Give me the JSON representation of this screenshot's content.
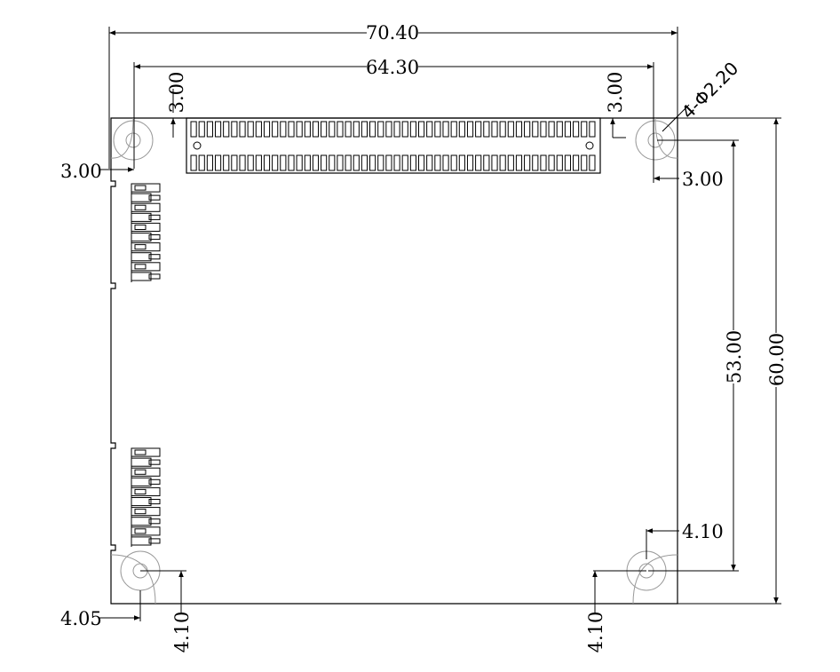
{
  "dimensions": {
    "overall_width": "70.40",
    "header_span": "64.30",
    "header_edge_left": "3.00",
    "header_edge_right": "3.00",
    "left_margin_top": "3.00",
    "right_margin_top": "3.00",
    "hole_spec": "4-Φ2.20",
    "vertical_hole_span": "53.00",
    "overall_height": "60.00",
    "right_margin_bottom": "4.10",
    "left_margin_bottom": "4.05",
    "bottom_left_offset": "4.10",
    "bottom_right_offset": "4.10"
  },
  "header": {
    "pins_per_row": 50,
    "rows": 2
  },
  "side_connectors": {
    "upper_count": 10,
    "lower_count": 10
  }
}
